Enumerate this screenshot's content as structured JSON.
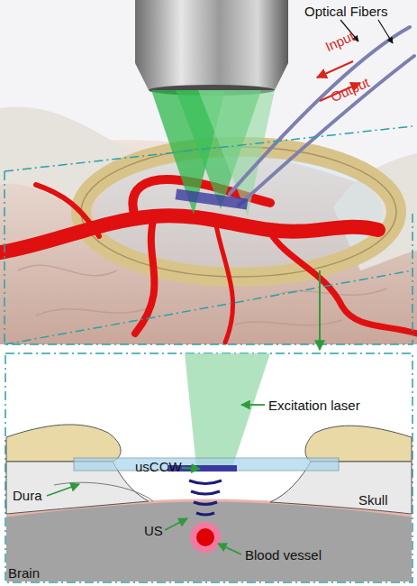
{
  "diagram": {
    "labels": [
      "Optical Fibers",
      "Input",
      "Output",
      "Excitation laser",
      "usCCW",
      "Dura",
      "Skull",
      "US",
      "Blood vessel",
      "Brain"
    ]
  }
}
